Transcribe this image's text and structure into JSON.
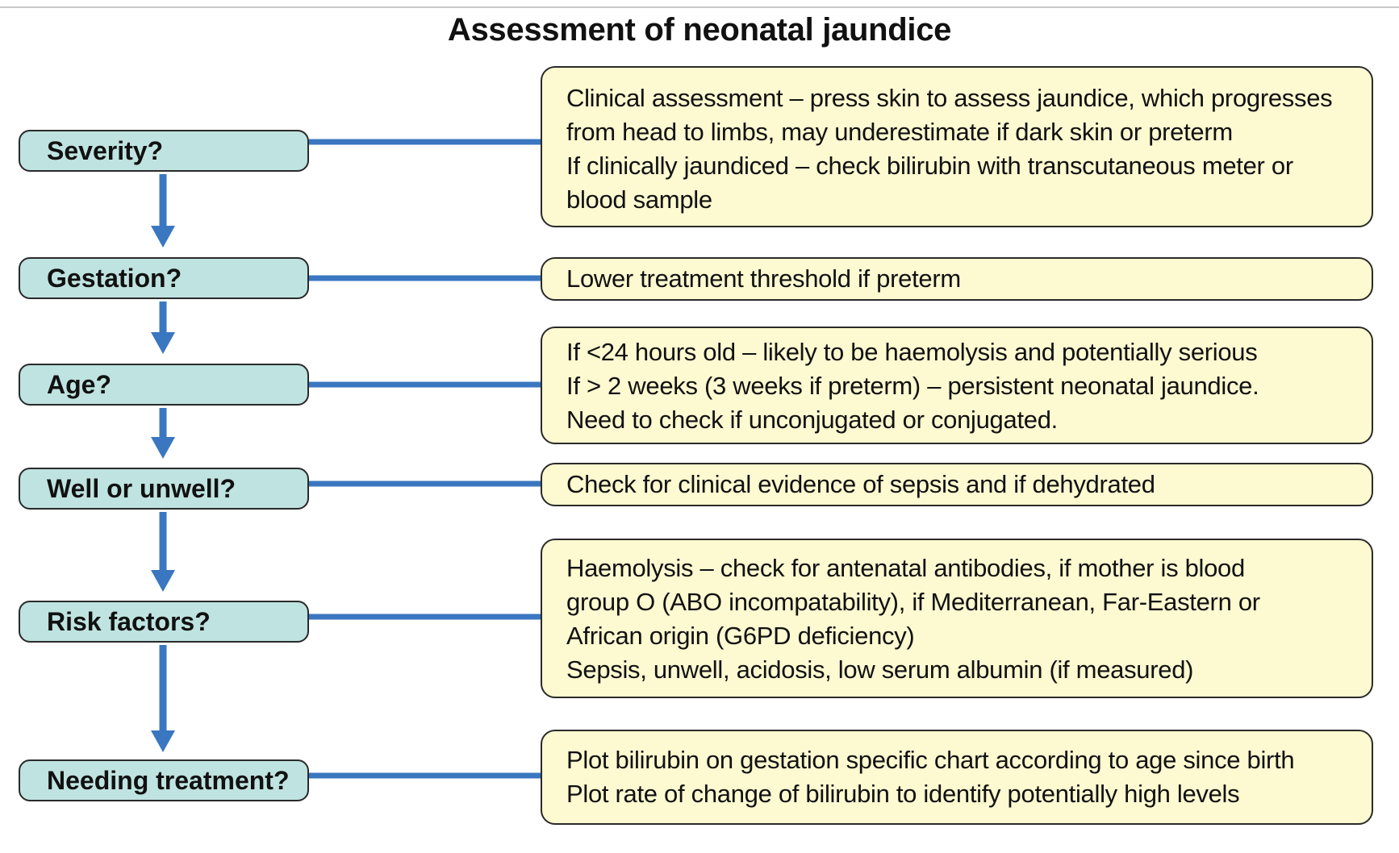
{
  "diagram": {
    "title": "Assessment of neonatal jaundice",
    "colors": {
      "question_fill": "#bfe3e0",
      "info_fill": "#fdf9d0",
      "connector": "#3a77c0",
      "border": "#2a2a2a"
    },
    "steps": [
      {
        "question": "Severity?",
        "lines": [
          "Clinical assessment – press skin to assess jaundice, which progresses",
          "from head to limbs, may underestimate if dark skin or preterm",
          "If clinically jaundiced – check bilirubin with transcutaneous meter or",
          "blood sample"
        ]
      },
      {
        "question": "Gestation?",
        "lines": [
          "Lower treatment threshold if preterm"
        ]
      },
      {
        "question": "Age?",
        "lines": [
          "If <24 hours old – likely to be haemolysis and potentially serious",
          "If > 2 weeks (3 weeks if preterm) – persistent neonatal jaundice.",
          "Need to check if unconjugated or conjugated."
        ]
      },
      {
        "question": "Well or unwell?",
        "lines": [
          "Check for clinical evidence of sepsis and if dehydrated"
        ]
      },
      {
        "question": "Risk factors?",
        "lines": [
          "Haemolysis – check for antenatal antibodies, if mother is blood",
          "group O (ABO incompatability), if Mediterranean, Far-Eastern or",
          "African origin (G6PD deficiency)",
          "Sepsis, unwell, acidosis, low serum albumin (if measured)"
        ]
      },
      {
        "question": "Needing treatment?",
        "lines": [
          "Plot bilirubin on gestation specific chart according to age since birth",
          "Plot rate of change of bilirubin to identify potentially high levels"
        ]
      }
    ]
  }
}
